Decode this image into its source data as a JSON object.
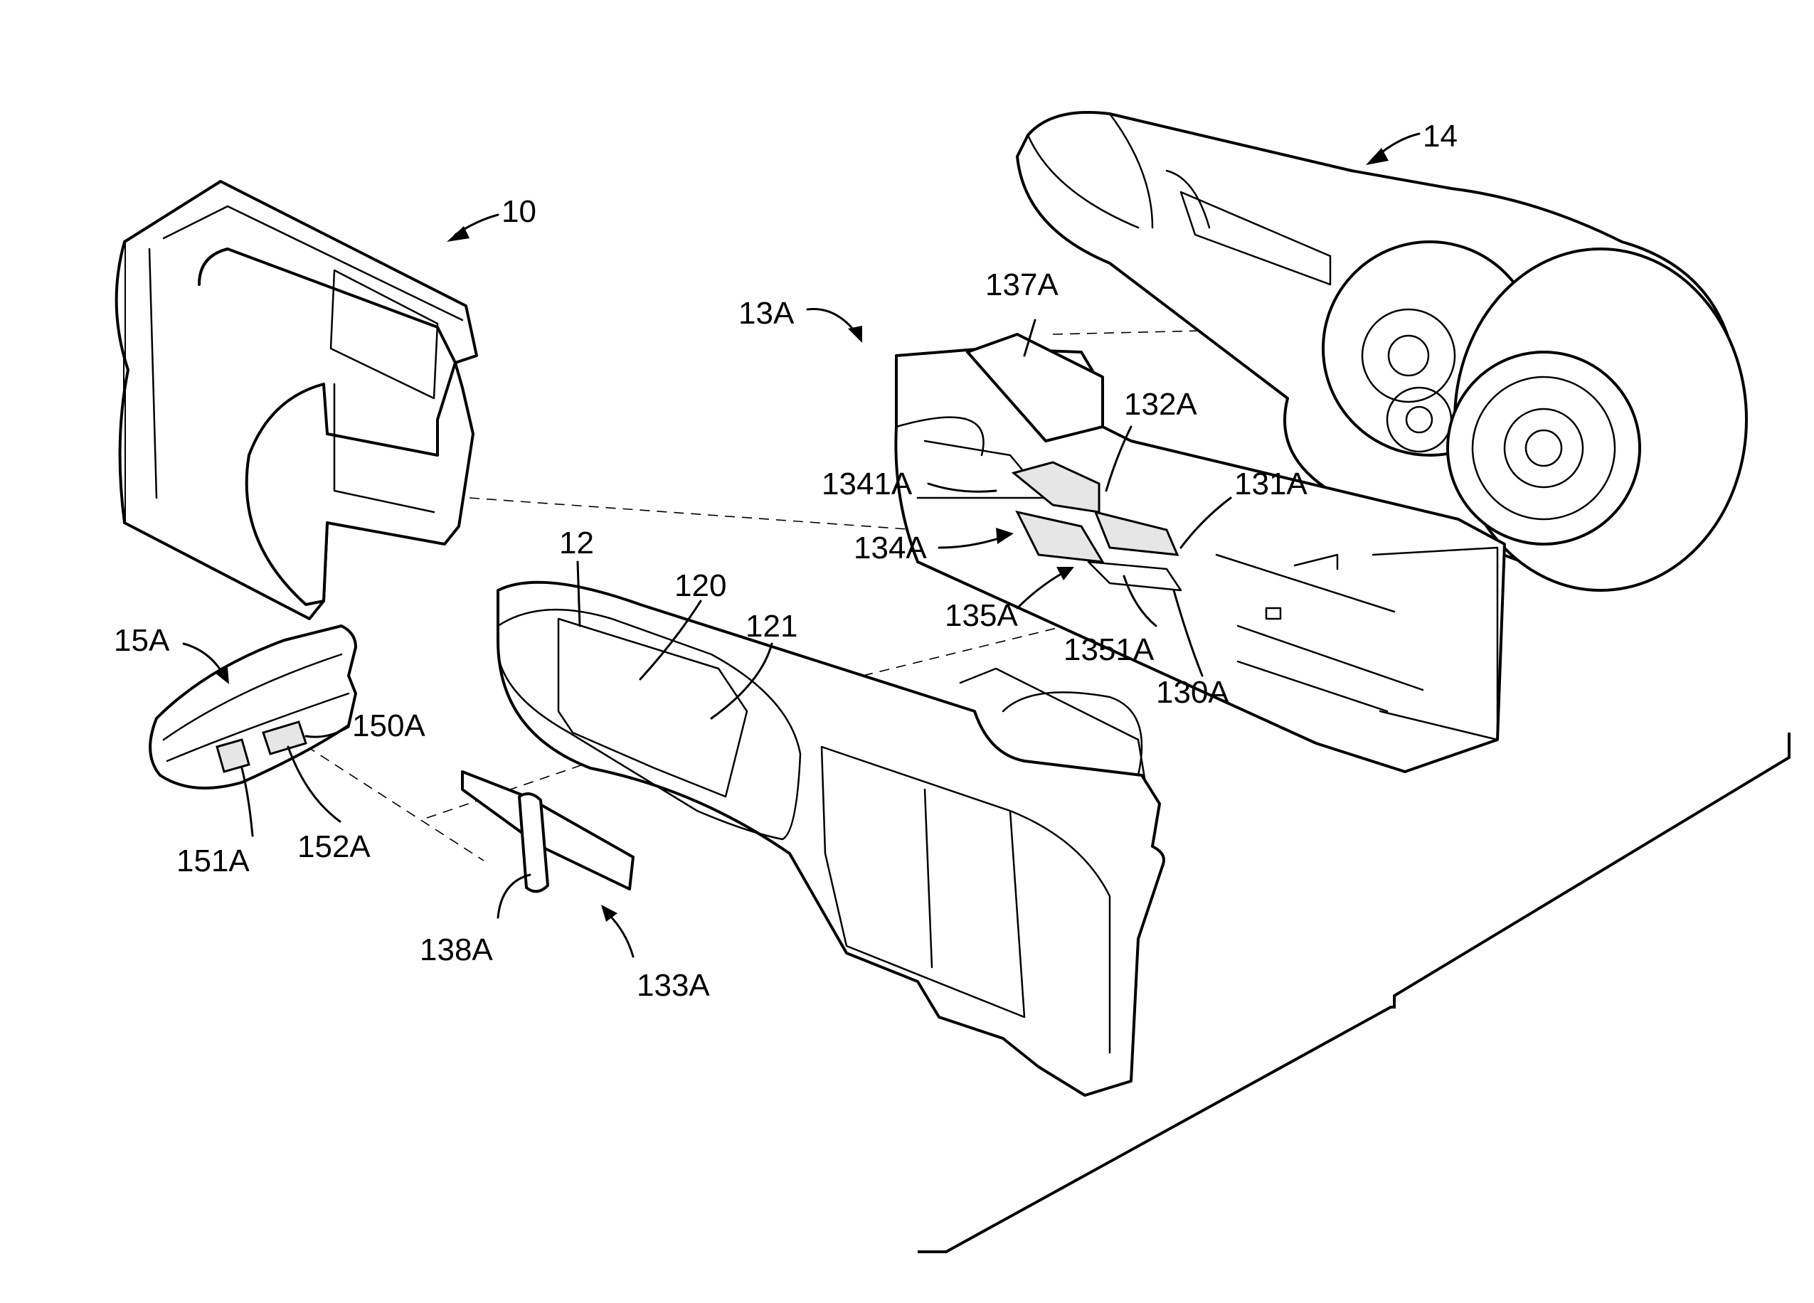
{
  "labels": {
    "ref_10": "10",
    "ref_14": "14",
    "ref_13A": "13A",
    "ref_137A": "137A",
    "ref_132A": "132A",
    "ref_1341A": "1341A",
    "ref_131A": "131A",
    "ref_134A": "134A",
    "ref_12": "12",
    "ref_120": "120",
    "ref_121": "121",
    "ref_135A": "135A",
    "ref_1351A": "1351A",
    "ref_130A": "130A",
    "ref_15A": "15A",
    "ref_150A": "150A",
    "ref_151A": "151A",
    "ref_152A": "152A",
    "ref_138A": "138A",
    "ref_133A": "133A"
  },
  "colors": {
    "ink": "#000000",
    "paper": "#ffffff",
    "shade": "#e6e6e6"
  }
}
